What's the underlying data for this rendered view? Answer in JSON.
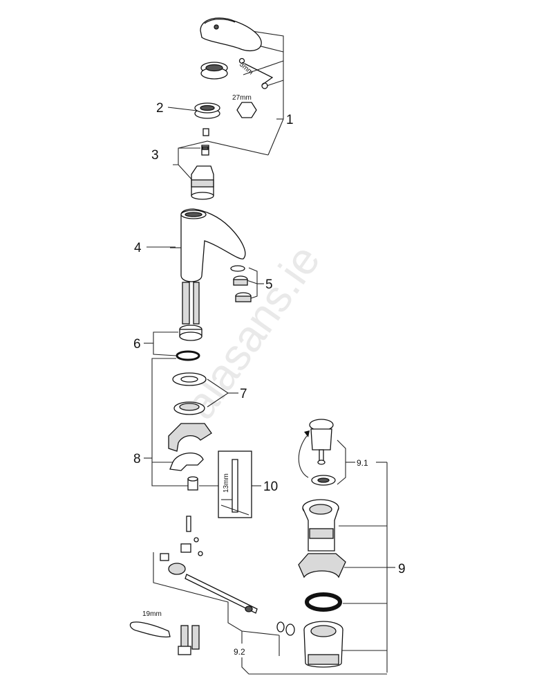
{
  "watermark": "alasans.ie",
  "callouts": {
    "p1": "1",
    "p2": "2",
    "p3": "3",
    "p4": "4",
    "p5": "5",
    "p6": "6",
    "p7": "7",
    "p8": "8",
    "p9": "9",
    "p9_1": "9.1",
    "p9_2": "9.2",
    "p10": "10"
  },
  "dimensions": {
    "hex_key": "3mm",
    "nut_size": "27mm",
    "wrench_size": "19mm",
    "tool_size": "13mm"
  }
}
